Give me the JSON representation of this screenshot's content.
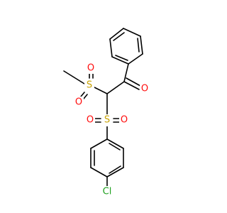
{
  "molecule": {
    "atoms": {
      "carbonyl_oxygen": {
        "symbol": "O",
        "color": "#ff0d0d"
      },
      "methylsulfonyl_sulfur": {
        "symbol": "S",
        "color": "#c8a200"
      },
      "methylsulfonyl_oxygen_top": {
        "symbol": "O",
        "color": "#ff0d0d"
      },
      "methylsulfonyl_oxygen_bottom": {
        "symbol": "O",
        "color": "#ff0d0d"
      },
      "arylsulfonyl_sulfur": {
        "symbol": "S",
        "color": "#c8a200"
      },
      "arylsulfonyl_oxygen_left": {
        "symbol": "O",
        "color": "#ff0d0d"
      },
      "arylsulfonyl_oxygen_right": {
        "symbol": "O",
        "color": "#ff0d0d"
      },
      "chlorine": {
        "symbol": "Cl",
        "color": "#1fa01f"
      }
    },
    "bond_color": "#000000",
    "background": "#ffffff"
  }
}
